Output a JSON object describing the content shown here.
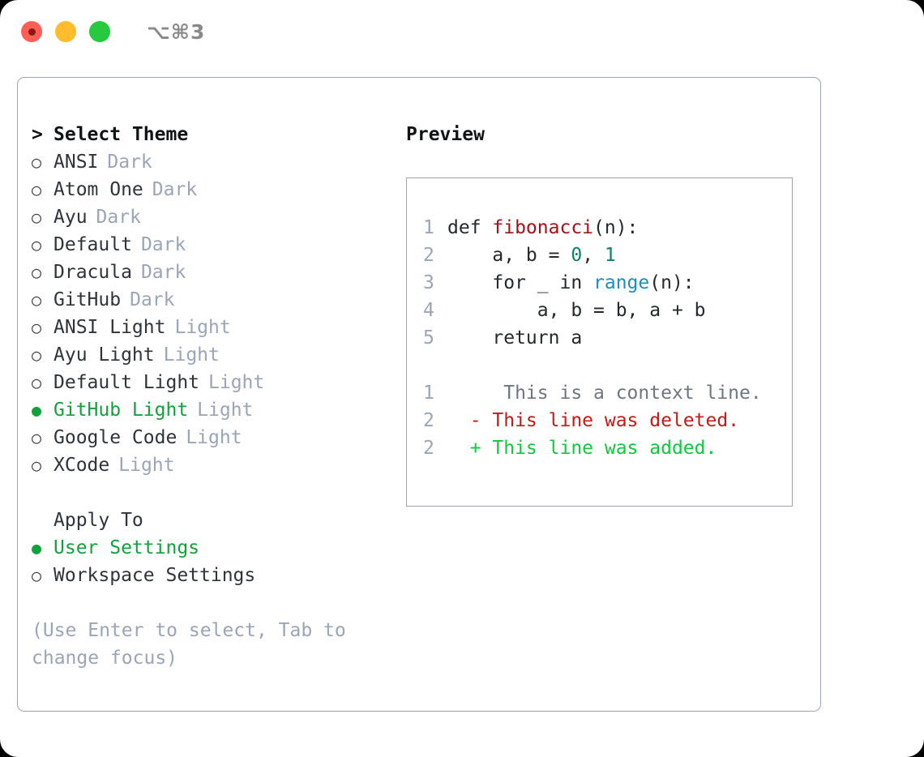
{
  "titlebar": {
    "shortcut": "⌥⌘3",
    "lights": [
      {
        "name": "close",
        "color": "#ff5f56"
      },
      {
        "name": "minimize",
        "color": "#ffbd2e"
      },
      {
        "name": "maximize",
        "color": "#27c93f"
      }
    ]
  },
  "theme_picker": {
    "header_marker": ">",
    "header_label": "Select Theme",
    "unselected_marker": "○",
    "selected_marker": "●",
    "items": [
      {
        "label": "ANSI",
        "tag": "Dark",
        "selected": false
      },
      {
        "label": "Atom One",
        "tag": "Dark",
        "selected": false
      },
      {
        "label": "Ayu",
        "tag": "Dark",
        "selected": false
      },
      {
        "label": "Default",
        "tag": "Dark",
        "selected": false
      },
      {
        "label": "Dracula",
        "tag": "Dark",
        "selected": false
      },
      {
        "label": "GitHub",
        "tag": "Dark",
        "selected": false
      },
      {
        "label": "ANSI Light",
        "tag": "Light",
        "selected": false
      },
      {
        "label": "Ayu Light",
        "tag": "Light",
        "selected": false
      },
      {
        "label": "Default Light",
        "tag": "Light",
        "selected": false
      },
      {
        "label": "GitHub Light",
        "tag": "Light",
        "selected": true
      },
      {
        "label": "Google Code",
        "tag": "Light",
        "selected": false
      },
      {
        "label": "XCode",
        "tag": "Light",
        "selected": false
      }
    ]
  },
  "apply_to": {
    "header_label": "Apply To",
    "items": [
      {
        "label": "User Settings",
        "selected": true
      },
      {
        "label": "Workspace Settings",
        "selected": false
      }
    ]
  },
  "hint": "(Use Enter to select, Tab to change focus)",
  "preview": {
    "title": "Preview",
    "code_lines": [
      {
        "num": "1",
        "tokens": [
          {
            "text": "def ",
            "kind": "plain"
          },
          {
            "text": "fibonacci",
            "kind": "fn"
          },
          {
            "text": "(n):",
            "kind": "plain"
          }
        ]
      },
      {
        "num": "2",
        "tokens": [
          {
            "text": "    a, b = ",
            "kind": "plain"
          },
          {
            "text": "0",
            "kind": "num"
          },
          {
            "text": ", ",
            "kind": "plain"
          },
          {
            "text": "1",
            "kind": "num"
          }
        ]
      },
      {
        "num": "3",
        "tokens": [
          {
            "text": "    for _ in ",
            "kind": "plain"
          },
          {
            "text": "range",
            "kind": "call"
          },
          {
            "text": "(n):",
            "kind": "plain"
          }
        ]
      },
      {
        "num": "4",
        "tokens": [
          {
            "text": "        a, b = b, a + b",
            "kind": "plain"
          }
        ]
      },
      {
        "num": "5",
        "tokens": [
          {
            "text": "    return a",
            "kind": "plain"
          }
        ]
      }
    ],
    "diff_lines": [
      {
        "num": "1",
        "sign": " ",
        "text": "  This is a context line.",
        "kind": "ctx"
      },
      {
        "num": "2",
        "sign": "-",
        "text": " This line was deleted.",
        "kind": "del"
      },
      {
        "num": "2",
        "sign": "+",
        "text": " This line was added.",
        "kind": "add"
      }
    ]
  },
  "colors": {
    "accent_green": "#11a23b",
    "muted": "#9aa5b8",
    "text": "#2f343b",
    "panel_border": "#9aa5b8",
    "syntax_function": "#a4131a",
    "syntax_number": "#0e7f69",
    "syntax_call": "#1a8fc1",
    "diff_context": "#6e7681",
    "diff_deleted": "#c31b17",
    "diff_added": "#11c93f"
  }
}
